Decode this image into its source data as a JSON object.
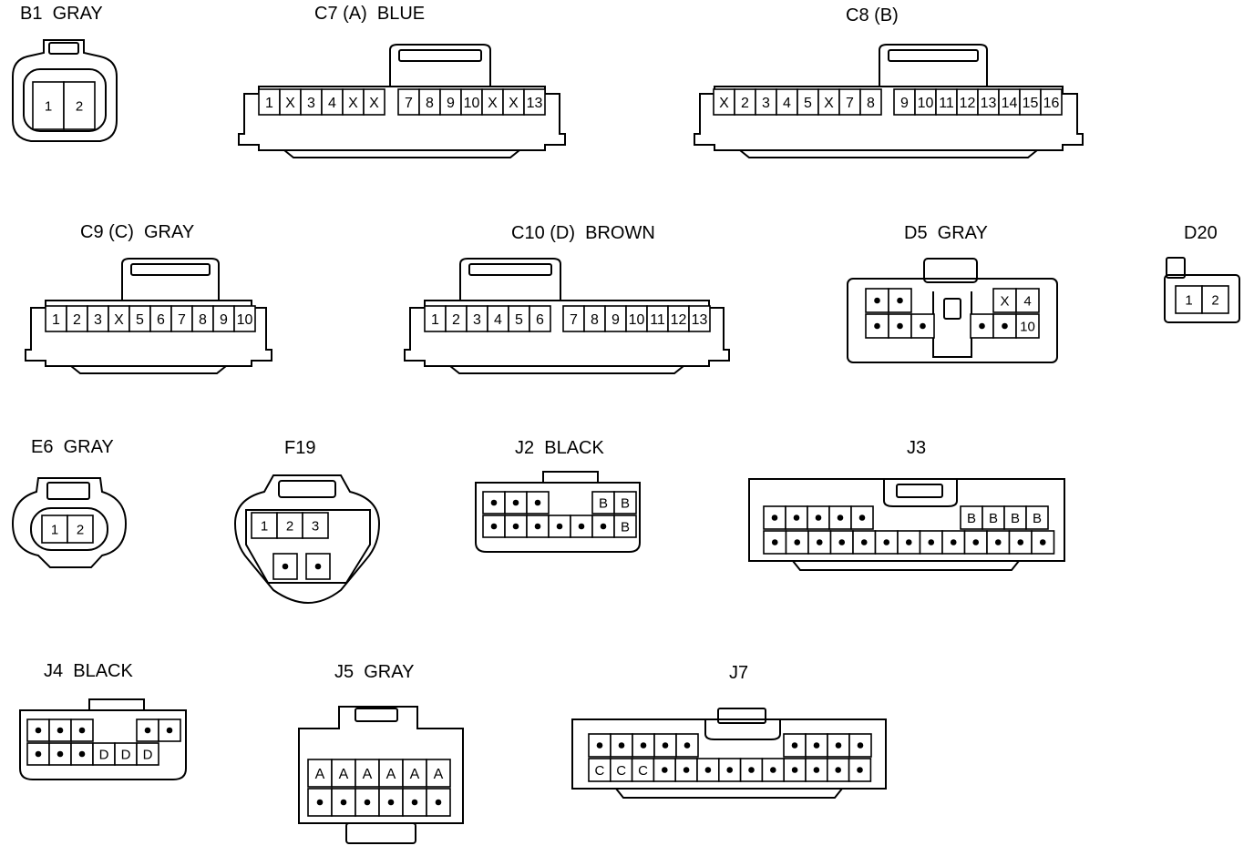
{
  "connectors": {
    "b1": {
      "title": "B1  GRAY",
      "rows": [
        [
          "1",
          "2"
        ]
      ]
    },
    "c7": {
      "title": "C7 (A)  BLUE",
      "rows": [
        [
          "1",
          "X",
          "3",
          "4",
          "X",
          "X"
        ],
        [
          "7",
          "8",
          "9",
          "10",
          "X",
          "X",
          "13"
        ]
      ]
    },
    "c8": {
      "title": "C8 (B)",
      "rows": [
        [
          "X",
          "2",
          "3",
          "4",
          "5",
          "X",
          "7",
          "8"
        ],
        [
          "9",
          "10",
          "11",
          "12",
          "13",
          "14",
          "15",
          "16"
        ]
      ]
    },
    "c9": {
      "title": "C9 (C)  GRAY",
      "rows": [
        [
          "1",
          "2",
          "3",
          "X",
          "5",
          "6",
          "7",
          "8",
          "9",
          "10"
        ]
      ]
    },
    "c10": {
      "title": "C10 (D)  BROWN",
      "rows": [
        [
          "1",
          "2",
          "3",
          "4",
          "5",
          "6"
        ],
        [
          "7",
          "8",
          "9",
          "10",
          "11",
          "12",
          "13"
        ]
      ]
    },
    "d5": {
      "title": "D5  GRAY",
      "rows": [
        [
          "•",
          "•"
        ],
        [
          "•",
          "•",
          "•"
        ],
        [
          "X",
          "4"
        ],
        [
          "•",
          "•",
          "10"
        ]
      ]
    },
    "d20": {
      "title": "D20",
      "rows": [
        [
          "1",
          "2"
        ]
      ]
    },
    "e6": {
      "title": "E6  GRAY",
      "rows": [
        [
          "1",
          "2"
        ]
      ]
    },
    "f19": {
      "title": "F19",
      "rows": [
        [
          "1",
          "2",
          "3"
        ],
        [
          "•",
          "•"
        ]
      ]
    },
    "j2": {
      "title": "J2  BLACK",
      "rows": [
        [
          "•",
          "•",
          "•"
        ],
        [
          "B",
          "B"
        ],
        [
          "•",
          "•",
          "•",
          "•",
          "•",
          "•",
          "B"
        ]
      ]
    },
    "j3": {
      "title": "J3",
      "rows": [
        [
          "•",
          "•",
          "•",
          "•",
          "•"
        ],
        [
          "B",
          "B",
          "B",
          "B"
        ],
        [
          "•",
          "•",
          "•",
          "•",
          "•",
          "•",
          "•",
          "•",
          "•",
          "•",
          "•",
          "•",
          "•"
        ]
      ]
    },
    "j4": {
      "title": "J4  BLACK",
      "rows": [
        [
          "•",
          "•",
          "•"
        ],
        [
          "•",
          "•"
        ],
        [
          "•",
          "•",
          "•",
          "D",
          "D",
          "D"
        ]
      ]
    },
    "j5": {
      "title": "J5  GRAY",
      "rows": [
        [
          "A",
          "A",
          "A",
          "A",
          "A",
          "A"
        ],
        [
          "•",
          "•",
          "•",
          "•",
          "•",
          "•"
        ]
      ]
    },
    "j7": {
      "title": "J7",
      "rows": [
        [
          "•",
          "•",
          "•",
          "•",
          "•"
        ],
        [
          "•",
          "•",
          "•",
          "•"
        ],
        [
          "C",
          "C",
          "C",
          "•",
          "•",
          "•",
          "•",
          "•",
          "•",
          "•",
          "•",
          "•",
          "•"
        ]
      ]
    }
  }
}
